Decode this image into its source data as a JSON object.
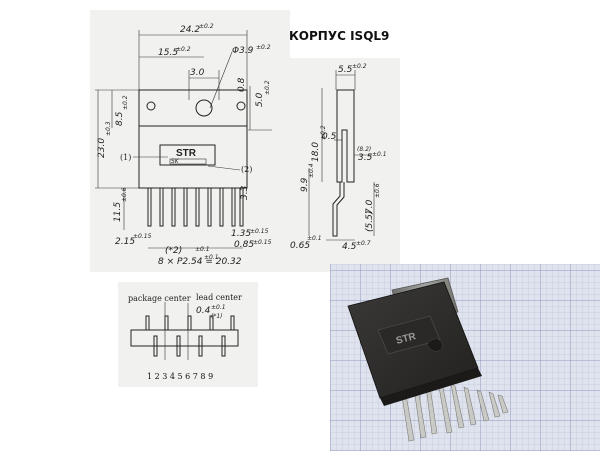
{
  "package_title": "КОРПУС ISQL9",
  "front_view": {
    "width": "24.2",
    "width_tol": "±0.2",
    "hole_offset": "15.5",
    "hole_offset_tol": "±0.2",
    "hole_diameter": "Φ3.9",
    "hole_diameter_tol": "±0.2",
    "dim_3_0": "3.0",
    "dim_0_8": "0.8",
    "dim_5_0": "5.0",
    "dim_5_0_tol": "±0.2",
    "dim_8_5": "8.5",
    "dim_8_5_tol": "±0.2",
    "height_23": "23.0",
    "height_23_tol": "±0.3",
    "marking": "STR",
    "callout_1": "(1)",
    "callout_2": "(2)",
    "dim_3_3": "3.3",
    "lead_length": "11.5",
    "lead_length_tol": "±0.6",
    "dim_2_15": "2.15",
    "dim_2_15_tol": "±0.15",
    "dim_1_35": "1.35",
    "dim_1_35_tol": "±0.15",
    "dim_0_85": "0.85",
    "dim_0_85_tol": "±0.15",
    "note_2": "(*2)",
    "pitch": "8 × P2.54 = 20.32",
    "pitch_tol_a": "±0.1",
    "pitch_tol_b": "±0.1"
  },
  "side_view": {
    "thickness": "5.5",
    "thickness_tol": "±0.2",
    "dim_0_5": "0.5",
    "dim_18": "18.0",
    "dim_18_tol": "±0.2",
    "dim_8_2": "(8.2)",
    "dim_3_5": "3.5",
    "dim_3_5_tol": "±0.1",
    "dim_9_9": "9.9",
    "dim_9_9_tol": "±0.4",
    "dim_7_0": "7.0",
    "dim_7_0_tol": "±0.6",
    "dim_5_5": "(5.5)",
    "dim_0_65": "0.65",
    "dim_0_65_tol": "±0.1",
    "dim_4_5": "4.5",
    "dim_4_5_tol": "±0.7"
  },
  "bottom_view": {
    "package_center": "package center",
    "lead_center": "lead center",
    "offset": "0.4",
    "offset_tol": "±0.1",
    "note_1": "(*1)",
    "pin_numbers": "1 2 3 4 5 6 7 8 9"
  },
  "photo": {
    "marking": "STR",
    "colors": {
      "grid_background": "#dfe3ee",
      "grid_line": "#9aa3c2",
      "body": "#2e2d2c",
      "tab": "#8d8e8a",
      "lead": "#c9cac6"
    }
  }
}
